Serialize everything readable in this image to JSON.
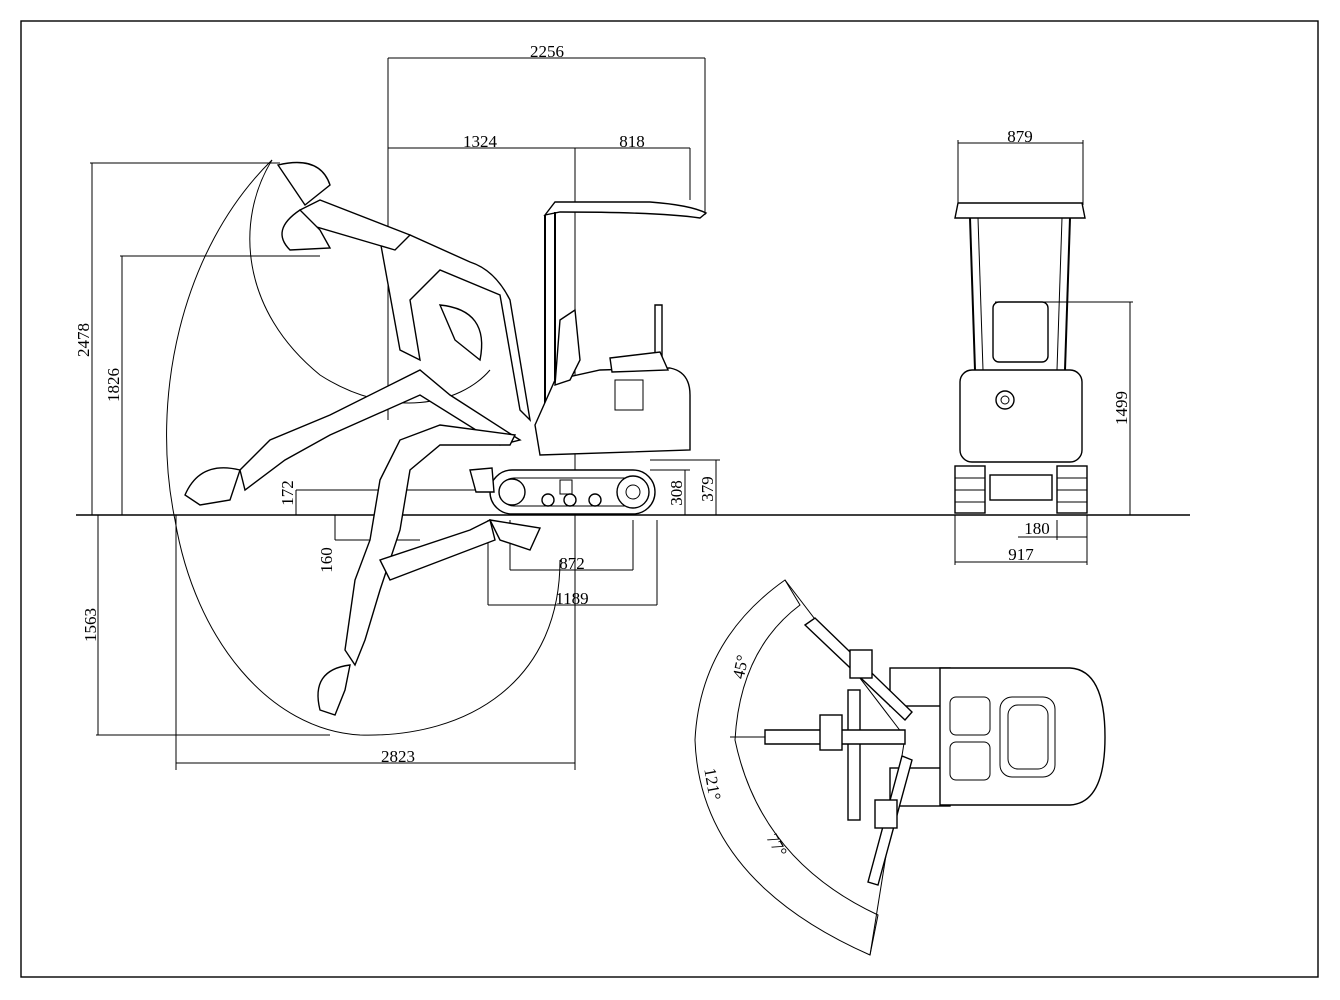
{
  "drawing": {
    "side_view": {
      "dims": {
        "overall_length": "2256",
        "front_offset": "1324",
        "rear_offset": "818",
        "max_height": "2478",
        "dump_height": "1826",
        "blade_lift": "172",
        "blade_drop": "160",
        "dig_depth": "1563",
        "track_length": "872",
        "track_total": "1189",
        "track_height": "308",
        "ground_clear": "379",
        "reach": "2823"
      }
    },
    "front_view": {
      "dims": {
        "canopy_width": "879",
        "height": "1499",
        "track_width": "180",
        "overall_width": "917"
      }
    },
    "top_view": {
      "angles": {
        "left_swing": "45°",
        "total_swing": "121°",
        "right_swing": "77°"
      }
    }
  }
}
